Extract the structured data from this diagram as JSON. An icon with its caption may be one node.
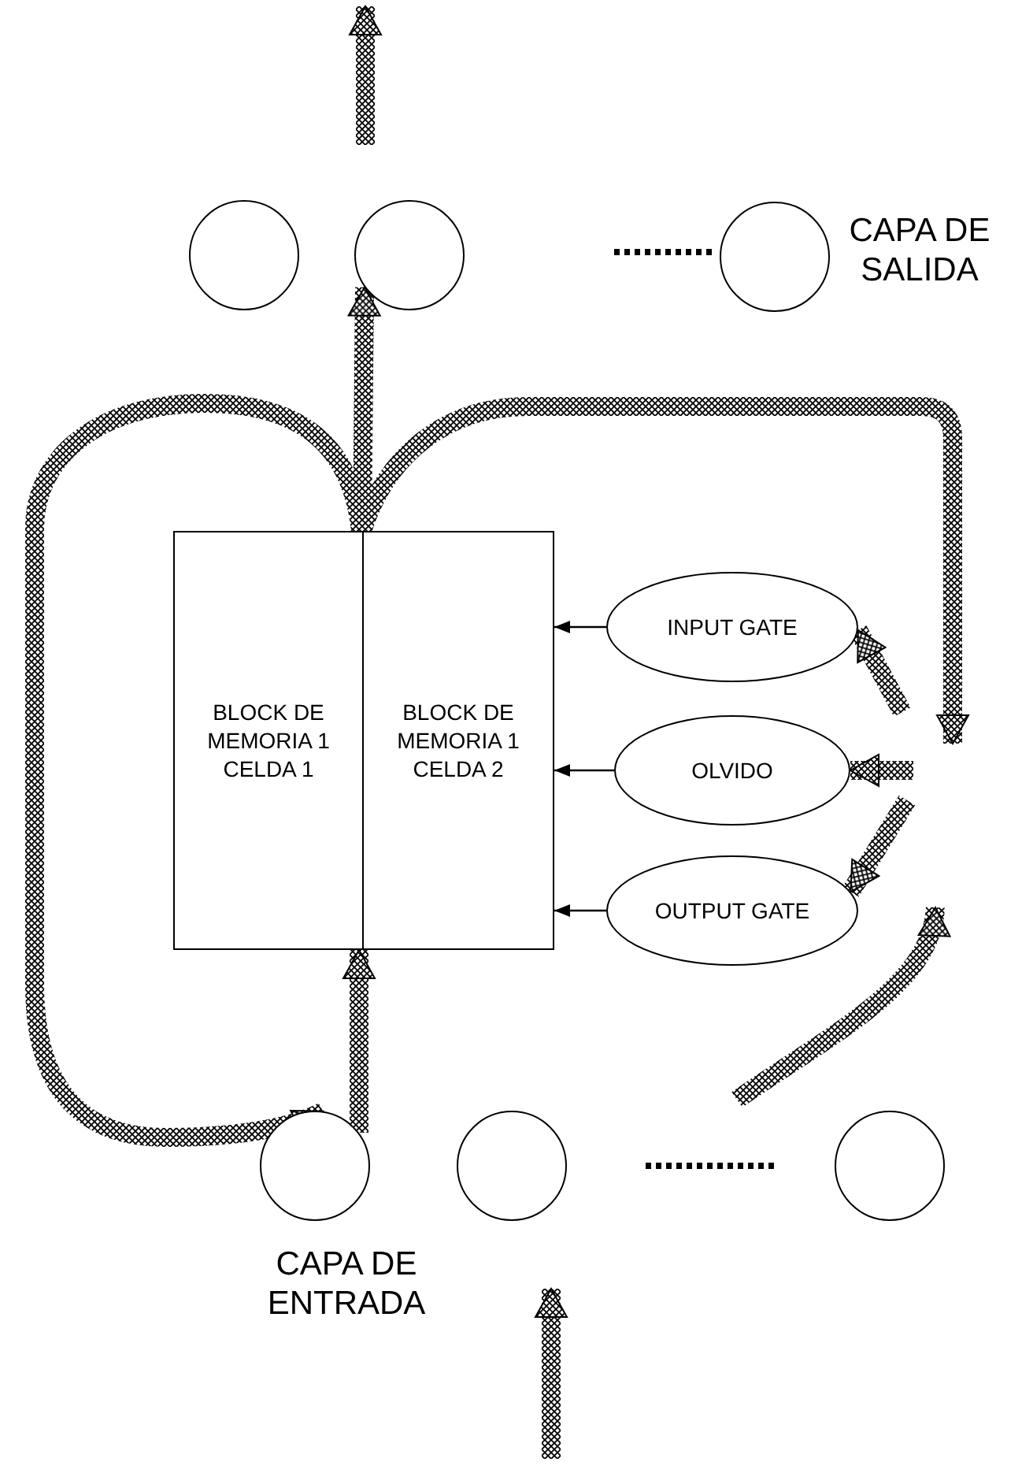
{
  "diagram": {
    "nodes": [
      {
        "text": [],
        "shape": "circle"
      },
      {
        "text": [],
        "shape": "circle"
      },
      {
        "text": [],
        "shape": "circle"
      },
      {
        "text": [
          "BLOCK DE MEMORIA 1 CELDA 1"
        ]
      },
      {
        "text": [
          "BLOCK DE MEMORIA 1 CELDA 2"
        ]
      },
      {
        "text": [
          "INPUT GATE"
        ]
      },
      {
        "text": [
          "OLVIDO"
        ]
      },
      {
        "text": [
          "OUTPUT GATE"
        ]
      },
      {
        "text": [],
        "shape": "circle"
      },
      {
        "text": [],
        "shape": "circle"
      },
      {
        "text": [],
        "shape": "circle"
      }
    ],
    "edges": [
      {
        "from": 3,
        "to": 1,
        "arrow": "to",
        "style": "thick"
      },
      {
        "from": 3,
        "to": 8,
        "arrow": "to",
        "style": "thick"
      },
      {
        "from": 3,
        "to": null,
        "arrow": "to",
        "style": "thick"
      },
      {
        "from": null,
        "to": 5,
        "arrow": "to",
        "style": "thick"
      },
      {
        "from": null,
        "to": 6,
        "arrow": "to",
        "style": "thick"
      },
      {
        "from": null,
        "to": 7,
        "arrow": "to",
        "style": "thick"
      },
      {
        "from": 5,
        "to": 4,
        "arrow": "to"
      },
      {
        "from": 6,
        "to": 4,
        "arrow": "to"
      },
      {
        "from": 7,
        "to": 4,
        "arrow": "to"
      },
      {
        "from": 8,
        "to": 3,
        "arrow": "to",
        "style": "thick"
      }
    ],
    "labels": [
      "CAPA DE SALIDA",
      "CAPA DE ENTRADA"
    ]
  }
}
